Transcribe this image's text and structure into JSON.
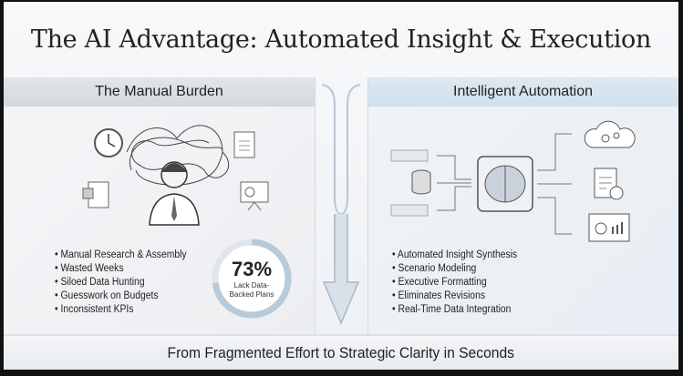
{
  "title": "The AI Advantage: Automated Insight & Execution",
  "left": {
    "header": "The Manual Burden",
    "items": [
      "Manual Research & Assembly",
      "Wasted Weeks",
      "Siloed Data Hunting",
      "Guesswork on Budgets",
      "Inconsistent KPIs"
    ],
    "stat": {
      "value": "73%",
      "fraction": 0.73,
      "label": "Lack Data-Backed Plans"
    }
  },
  "right": {
    "header": "Intelligent Automation",
    "items": [
      "Automated Insight Synthesis",
      "Scenario Modeling",
      "Executive Formatting",
      "Eliminates Revisions",
      "Real-Time Data Integration"
    ]
  },
  "footer": "From Fragmented Effort to Strategic Clarity in Seconds",
  "colors": {
    "accent": "#b8c9d8",
    "arrow": "#c9d7e3"
  }
}
